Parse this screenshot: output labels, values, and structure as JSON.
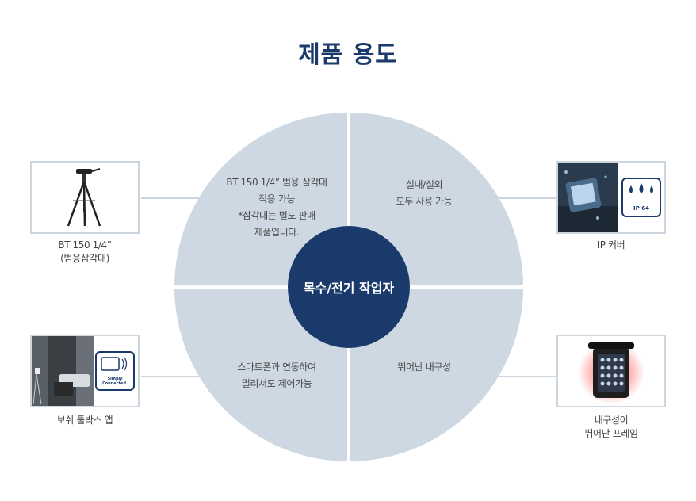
{
  "title": "제품 용도",
  "center_label": "목수/전기 작업자",
  "quadrants": {
    "top_left": [
      "BT 150 1/4” 범용 삼각대",
      "적용 가능",
      "*삼각대는 별도 판매",
      "제품입니다."
    ],
    "top_right": [
      "실내/실외",
      "모두 사용 가능"
    ],
    "bottom_left": [
      "스마트폰과 연동하여",
      "멀리서도 제어가능"
    ],
    "bottom_right": [
      "뛰어난 내구성"
    ]
  },
  "features": {
    "tripod": {
      "caption": [
        "BT 150 1/4”",
        "(범용삼각대)"
      ],
      "icon": "tripod-icon"
    },
    "ip_cover": {
      "caption": [
        "IP 커버"
      ],
      "badge_text": "IP 64",
      "icon": "water-drops-icon"
    },
    "app": {
      "caption": [
        "보쉬 툴박스 앱"
      ],
      "badge_text_1": "Simply",
      "badge_text_2": "Connected.",
      "icon": "connectivity-icon"
    },
    "frame": {
      "caption": [
        "내구성이",
        "뛰어난 프레임"
      ],
      "icon": "rugged-frame-icon"
    }
  },
  "colors": {
    "title": "#1a3a6b",
    "circle_fill": "#cdd8e2",
    "center_fill": "#1a3a6b",
    "connector": "#cdd6df"
  }
}
